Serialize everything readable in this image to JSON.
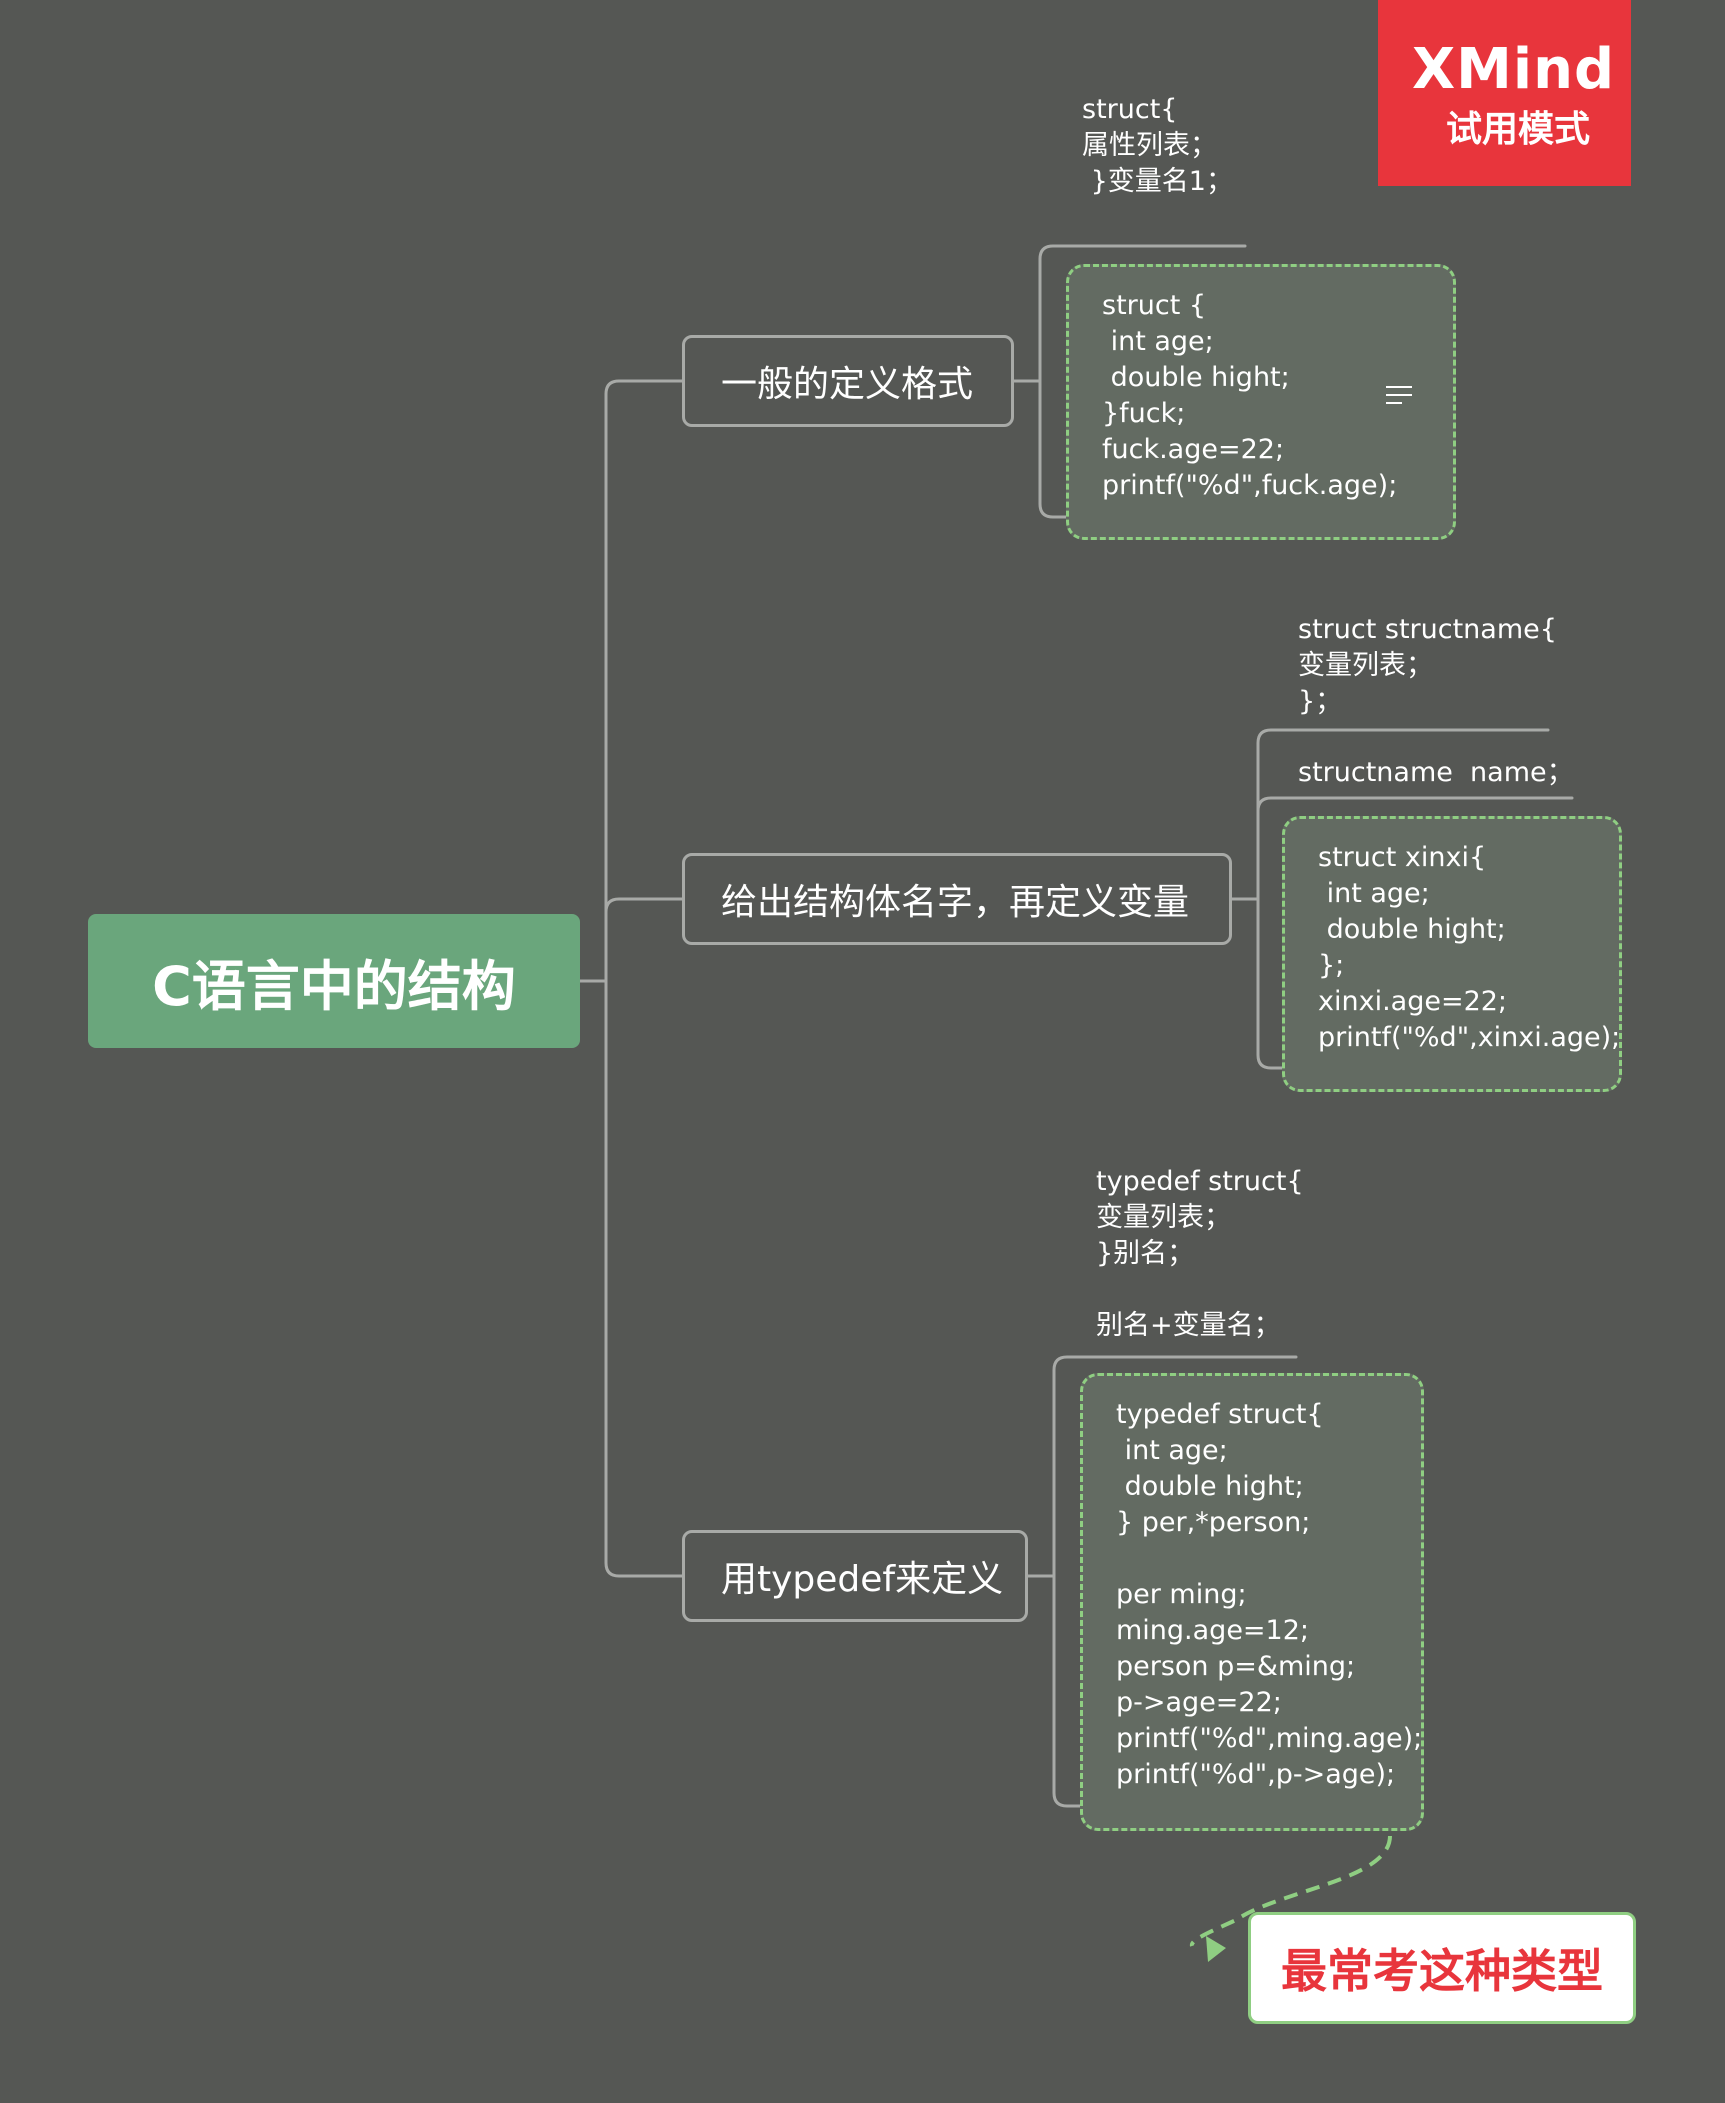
{
  "watermark": {
    "logo": "XMind",
    "subtitle": "试用模式"
  },
  "root": {
    "label": "C语言中的结构"
  },
  "branches": [
    {
      "label": "一般的定义格式",
      "caption": "struct{\n属性列表；\n }变量名1；",
      "code": "struct {\n int age;\n double hight;\n}fuck;\nfuck.age=22;\nprintf(\"%d\",fuck.age);"
    },
    {
      "label": "给出结构体名字，再定义变量",
      "caption": "struct structname{\n变量列表；\n}；",
      "caption2": "structname  name；",
      "code": "struct xinxi{\n int age;\n double hight;\n};\nxinxi.age=22;\nprintf(\"%d\",xinxi.age);"
    },
    {
      "label": "用typedef来定义",
      "caption": "typedef struct{\n变量列表；\n}别名；\n\n别名+变量名；",
      "code": "typedef struct{\n int age;\n double hight;\n} per,*person;\n\nper ming;\nming.age=12;\nperson p=&ming;\np->age=22;\nprintf(\"%d\",ming.age);\nprintf(\"%d\",p->age);"
    }
  ],
  "callout": {
    "label": "最常考这种类型"
  },
  "colors": {
    "background": "#555754",
    "root": "#6aa67c",
    "boundary_border": "#8fce82",
    "boundary_fill": "#636b62",
    "callout_text": "#e8353c",
    "watermark": "#e8353c"
  }
}
